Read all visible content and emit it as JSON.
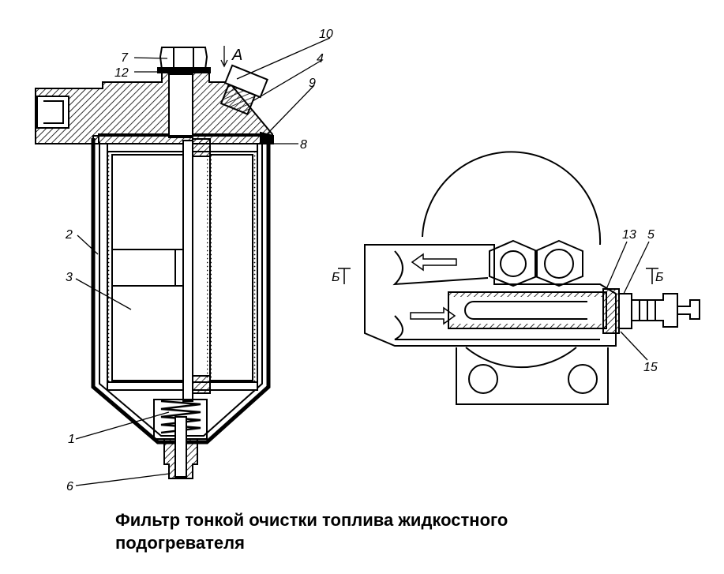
{
  "caption": {
    "line1": "Фильтр тонкой очистки топлива жидкостного",
    "line2": "подогревателя"
  },
  "callouts": {
    "n1": "1",
    "n2": "2",
    "n3": "3",
    "n4": "4",
    "n5": "5",
    "n6": "6",
    "n7": "7",
    "n8": "8",
    "n9": "9",
    "n10": "10",
    "n12": "12",
    "n13": "13",
    "n15": "15",
    "view_a": "А",
    "section_b_left": "Б",
    "section_b_right": "Б"
  },
  "colors": {
    "ink": "#000000",
    "paper": "#ffffff"
  }
}
